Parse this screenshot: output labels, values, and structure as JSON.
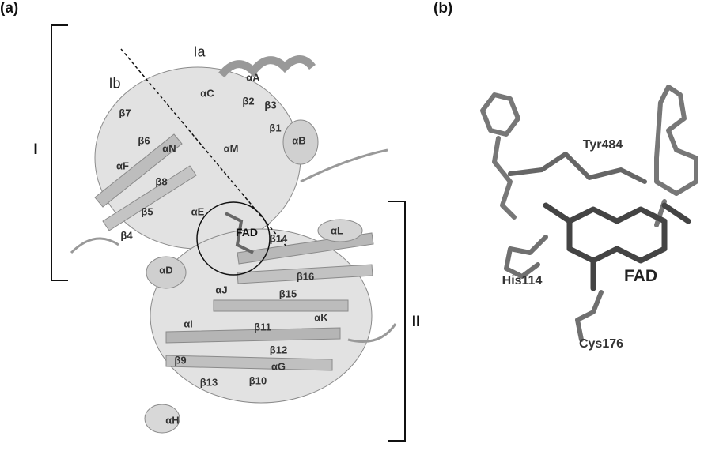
{
  "panels": {
    "a": "(a)",
    "b": "(b)"
  },
  "domains": {
    "I": "I",
    "II": "II",
    "Ia": "Ia",
    "Ib": "Ib"
  },
  "structure_labels": {
    "aA": "αA",
    "aB": "αB",
    "aC": "αC",
    "aD": "αD",
    "aE": "αE",
    "aF": "αF",
    "aG": "αG",
    "aH": "αH",
    "aI": "αI",
    "aJ": "αJ",
    "aK": "αK",
    "aL": "αL",
    "aM": "αM",
    "aN": "αN",
    "b1": "β1",
    "b2": "β2",
    "b3": "β3",
    "b4": "β4",
    "b5": "β5",
    "b6": "β6",
    "b7": "β7",
    "b8": "β8",
    "b9": "β9",
    "b10": "β10",
    "b11": "β11",
    "b12": "β12",
    "b13": "β13",
    "b14": "β14",
    "b15": "β15",
    "b16": "β16",
    "fad": "FAD"
  },
  "residues": {
    "tyr": "Tyr484",
    "his": "His114",
    "cys": "Cys176",
    "fad": "FAD"
  }
}
